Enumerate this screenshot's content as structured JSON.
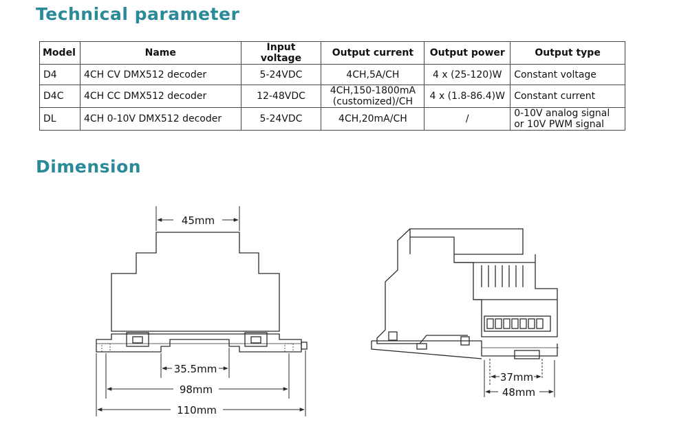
{
  "colors": {
    "heading": "#2a8a98",
    "line": "#2b2b2b"
  },
  "sections": {
    "technical": "Technical parameter",
    "dimension": "Dimension"
  },
  "table": {
    "headers": [
      "Model",
      "Name",
      "Input voltage",
      "Output current",
      "Output power",
      "Output type"
    ],
    "rows": [
      [
        "D4",
        "4CH CV DMX512 decoder",
        "5-24VDC",
        "4CH,5A/CH",
        "4 x (25-120)W",
        "Constant voltage"
      ],
      [
        "D4C",
        "4CH CC DMX512 decoder",
        "12-48VDC",
        "4CH,150-1800mA\n(customized)/CH",
        "4 x (1.8-86.4)W",
        "Constant current"
      ],
      [
        "DL",
        "4CH 0-10V DMX512 decoder",
        "5-24VDC",
        "4CH,20mA/CH",
        "/",
        "0-10V analog signal\nor 10V PWM signal"
      ]
    ]
  },
  "dimensions": {
    "front": {
      "top_width": "45mm",
      "rail": "35.5mm",
      "body": "98mm",
      "overall": "110mm"
    },
    "side": {
      "inner": "37mm",
      "outer": "48mm"
    }
  }
}
